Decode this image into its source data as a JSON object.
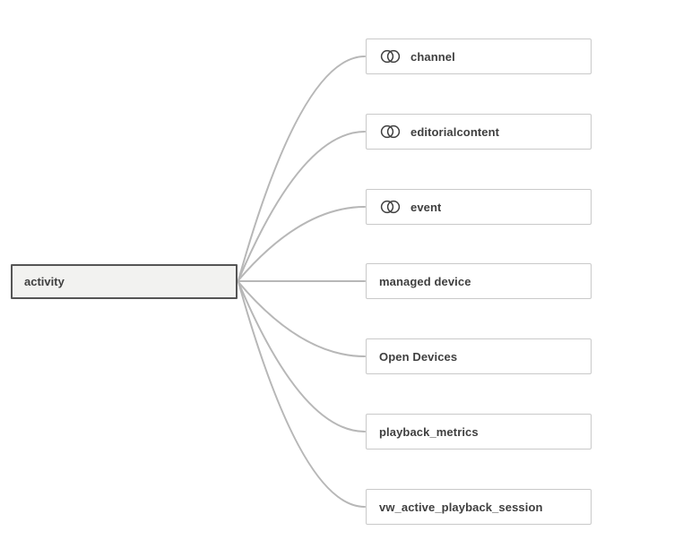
{
  "root": {
    "label": "activity"
  },
  "nodes": [
    {
      "label": "channel",
      "icon": "venn"
    },
    {
      "label": "editorialcontent",
      "icon": "venn"
    },
    {
      "label": "event",
      "icon": "venn"
    },
    {
      "label": "managed device",
      "icon": "none"
    },
    {
      "label": "Open Devices",
      "icon": "none"
    },
    {
      "label": "playback_metrics",
      "icon": "none"
    },
    {
      "label": "vw_active_playback_session",
      "icon": "none"
    }
  ],
  "colors": {
    "edge": "#b7b7b7",
    "node_border": "#c9c9c9",
    "root_background": "#f2f2f0",
    "root_border": "#555555",
    "text": "#3f3f3f"
  }
}
